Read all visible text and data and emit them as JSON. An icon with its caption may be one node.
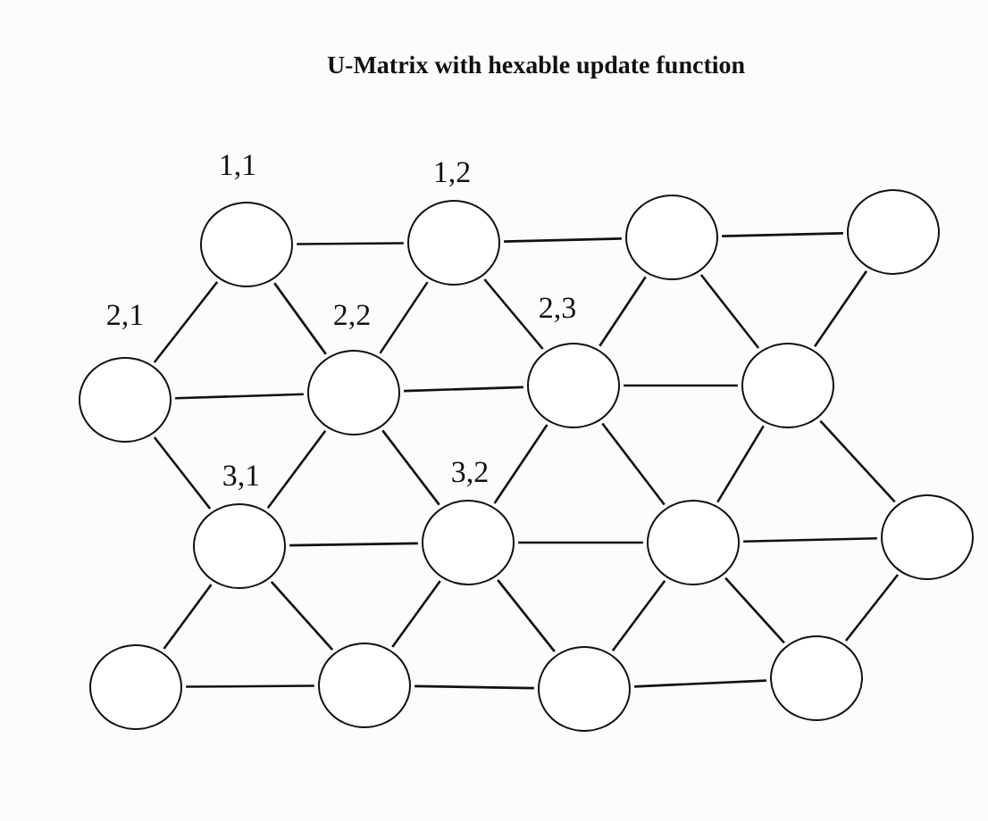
{
  "diagram": {
    "title": "U-Matrix with hexable update function",
    "nodes": [
      {
        "text": [],
        "shape": "circle",
        "beside": [
          "1,1"
        ]
      },
      {
        "text": [],
        "shape": "circle",
        "beside": [
          "1,2"
        ]
      },
      {
        "text": [],
        "shape": "circle"
      },
      {
        "text": [],
        "shape": "circle"
      },
      {
        "text": [],
        "shape": "circle",
        "beside": [
          "2,1"
        ]
      },
      {
        "text": [],
        "shape": "circle",
        "beside": [
          "2,2"
        ]
      },
      {
        "text": [],
        "shape": "circle",
        "beside": [
          "2,3"
        ]
      },
      {
        "text": [],
        "shape": "circle"
      },
      {
        "text": [],
        "shape": "circle",
        "beside": [
          "3,1"
        ]
      },
      {
        "text": [],
        "shape": "circle",
        "beside": [
          "3,2"
        ]
      },
      {
        "text": [],
        "shape": "circle"
      },
      {
        "text": [],
        "shape": "circle"
      },
      {
        "text": [],
        "shape": "circle"
      },
      {
        "text": [],
        "shape": "circle"
      },
      {
        "text": [],
        "shape": "circle"
      },
      {
        "text": [],
        "shape": "circle"
      }
    ],
    "edges": [
      {
        "from": 0,
        "to": 1,
        "arrow": "none"
      },
      {
        "from": 1,
        "to": 2,
        "arrow": "none"
      },
      {
        "from": 2,
        "to": 3,
        "arrow": "none"
      },
      {
        "from": 0,
        "to": 4,
        "arrow": "none"
      },
      {
        "from": 0,
        "to": 5,
        "arrow": "none"
      },
      {
        "from": 1,
        "to": 5,
        "arrow": "none"
      },
      {
        "from": 1,
        "to": 6,
        "arrow": "none"
      },
      {
        "from": 2,
        "to": 6,
        "arrow": "none"
      },
      {
        "from": 2,
        "to": 7,
        "arrow": "none"
      },
      {
        "from": 3,
        "to": 7,
        "arrow": "none"
      },
      {
        "from": 4,
        "to": 5,
        "arrow": "none"
      },
      {
        "from": 5,
        "to": 6,
        "arrow": "none"
      },
      {
        "from": 6,
        "to": 7,
        "arrow": "none"
      },
      {
        "from": 4,
        "to": 8,
        "arrow": "none"
      },
      {
        "from": 5,
        "to": 8,
        "arrow": "none"
      },
      {
        "from": 5,
        "to": 9,
        "arrow": "none"
      },
      {
        "from": 6,
        "to": 9,
        "arrow": "none"
      },
      {
        "from": 6,
        "to": 10,
        "arrow": "none"
      },
      {
        "from": 7,
        "to": 10,
        "arrow": "none"
      },
      {
        "from": 7,
        "to": 11,
        "arrow": "none"
      },
      {
        "from": 8,
        "to": 9,
        "arrow": "none"
      },
      {
        "from": 9,
        "to": 10,
        "arrow": "none"
      },
      {
        "from": 10,
        "to": 11,
        "arrow": "none"
      },
      {
        "from": 8,
        "to": 12,
        "arrow": "none"
      },
      {
        "from": 8,
        "to": 13,
        "arrow": "none"
      },
      {
        "from": 9,
        "to": 13,
        "arrow": "none"
      },
      {
        "from": 9,
        "to": 14,
        "arrow": "none"
      },
      {
        "from": 10,
        "to": 14,
        "arrow": "none"
      },
      {
        "from": 10,
        "to": 15,
        "arrow": "none"
      },
      {
        "from": 11,
        "to": 15,
        "arrow": "none"
      },
      {
        "from": 12,
        "to": 13,
        "arrow": "none"
      },
      {
        "from": 13,
        "to": 14,
        "arrow": "none"
      },
      {
        "from": 14,
        "to": 15,
        "arrow": "none"
      }
    ]
  }
}
